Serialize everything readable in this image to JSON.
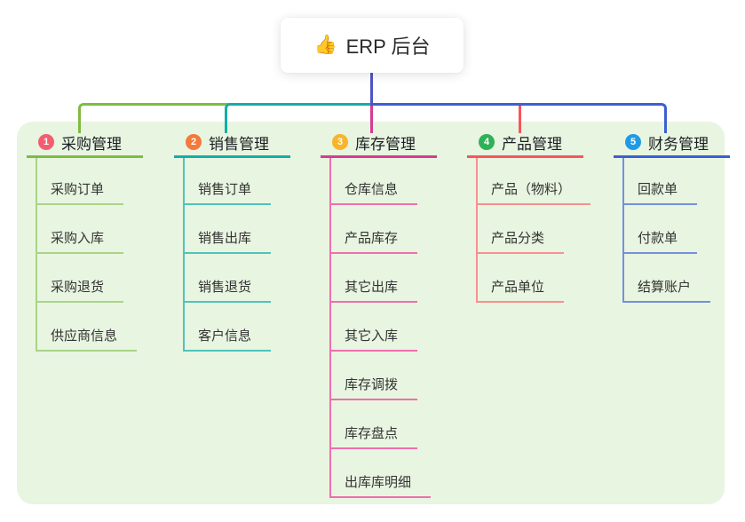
{
  "root": {
    "icon": "👍",
    "label": "ERP 后台"
  },
  "panel": {
    "background": "#E8F5E1"
  },
  "connector": {
    "root_line_color": "#4C55C4"
  },
  "branches": [
    {
      "badge": "1",
      "label": "采购管理",
      "badge_color": "#F35E6F",
      "line_color": "#7FBC42",
      "child_line_color": "#A9D488",
      "children": [
        "采购订单",
        "采购入库",
        "采购退货",
        "供应商信息"
      ]
    },
    {
      "badge": "2",
      "label": "销售管理",
      "badge_color": "#F4793B",
      "line_color": "#12AFA5",
      "child_line_color": "#4FC4B9",
      "children": [
        "销售订单",
        "销售出库",
        "销售退货",
        "客户信息"
      ]
    },
    {
      "badge": "3",
      "label": "库存管理",
      "badge_color": "#F7B52C",
      "line_color": "#D53C8F",
      "child_line_color": "#EE6FAE",
      "children": [
        "仓库信息",
        "产品库存",
        "其它出库",
        "其它入库",
        "库存调拨",
        "库存盘点",
        "出库库明细"
      ]
    },
    {
      "badge": "4",
      "label": "产品管理",
      "badge_color": "#2FB157",
      "line_color": "#F8555A",
      "child_line_color": "#F98F8F",
      "children": [
        "产品（物料）",
        "产品分类",
        "产品单位"
      ]
    },
    {
      "badge": "5",
      "label": "财务管理",
      "badge_color": "#1F9BE6",
      "line_color": "#3D5FD2",
      "child_line_color": "#7490DB",
      "children": [
        "回款单",
        "付款单",
        "结算账户"
      ]
    }
  ]
}
